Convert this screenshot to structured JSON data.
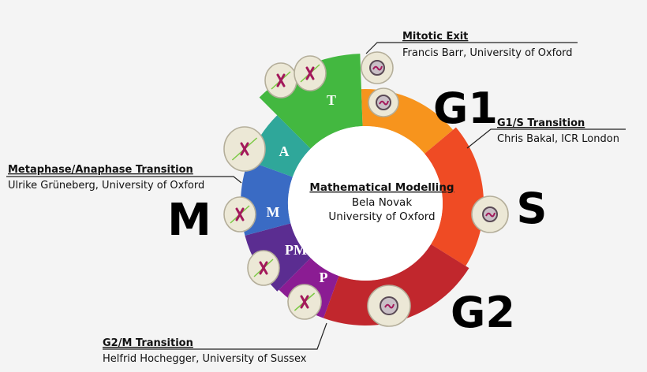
{
  "center": {
    "title": "Mathematical Modelling",
    "line1": "Bela Novak",
    "line2": "University of Oxford"
  },
  "segments": [
    {
      "id": "T",
      "label": "T",
      "color": "#43b840"
    },
    {
      "id": "G1",
      "label": "G1",
      "color": "#f7941d"
    },
    {
      "id": "S",
      "label": "S",
      "color": "#ef4b24"
    },
    {
      "id": "G2",
      "label": "G2",
      "color": "#c1272d"
    },
    {
      "id": "P",
      "label": "P",
      "color": "#8b1c93"
    },
    {
      "id": "PM",
      "label": "PM",
      "color": "#5b2d91"
    },
    {
      "id": "M",
      "label": "M",
      "color": "#3a6bc4"
    },
    {
      "id": "A",
      "label": "A",
      "color": "#2fa79a"
    }
  ],
  "phase_labels": {
    "G1": "G1",
    "S": "S",
    "G2": "G2",
    "M": "M"
  },
  "annotations": {
    "mitotic_exit": {
      "title": "Mitotic Exit",
      "subtitle": "Francis Barr, University of Oxford"
    },
    "g1s": {
      "title": "G1/S Transition",
      "subtitle": "Chris Bakal, ICR London"
    },
    "metaphase": {
      "title": "Metaphase/Anaphase Transition",
      "subtitle": "Ulrike Grüneberg, University of Oxford"
    },
    "g2m": {
      "title": "G2/M Transition",
      "subtitle": "Helfrid Hochegger, University of Sussex"
    }
  },
  "cell_icons": [
    "cell-icon-telophase-1",
    "cell-icon-telophase-2",
    "cell-icon-g1-exit",
    "cell-icon-g1",
    "cell-icon-anaphase",
    "cell-icon-metaphase",
    "cell-icon-prometaphase",
    "cell-icon-prophase",
    "cell-icon-s-phase",
    "cell-icon-g2"
  ],
  "colors": {
    "cell_fill": "#ece8d6",
    "cell_stroke": "#b4ae9a",
    "nucleus_fill": "#c9bfc6",
    "chromosome": "#a3195b",
    "spindle": "#7ac943"
  }
}
